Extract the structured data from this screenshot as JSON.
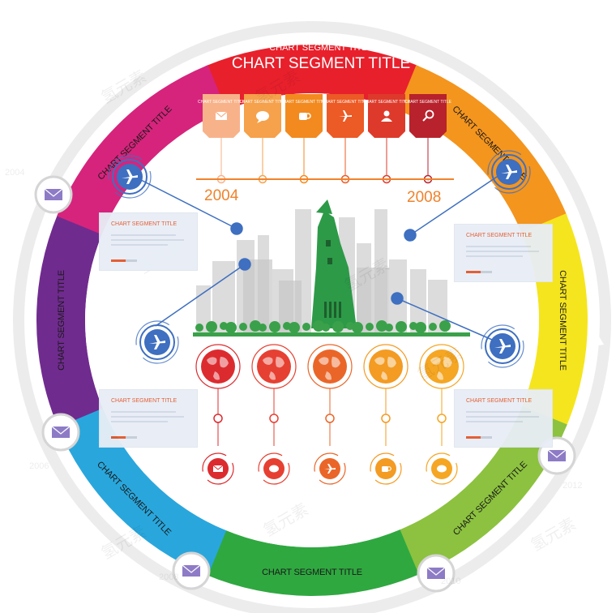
{
  "header": {
    "subtitle": "CHART SEGMENT TITLE",
    "title": "CHART SEGMENT TITLE"
  },
  "ring_segments": [
    {
      "label": "CHART SEGMENT TITLE",
      "color": "#e8202c"
    },
    {
      "label": "CHART SEGMENT TITLE",
      "color": "#f4951e"
    },
    {
      "label": "CHART SEGMENT TITLE",
      "color": "#f5e51e"
    },
    {
      "label": "CHART SEGMENT TITLE",
      "color": "#8cc23f"
    },
    {
      "label": "CHART SEGMENT TITLE",
      "color": "#2fa840"
    },
    {
      "label": "CHART SEGMENT TITLE",
      "color": "#29a7dd"
    },
    {
      "label": "CHART SEGMENT TITLE",
      "color": "#702b8f"
    },
    {
      "label": "CHART SEGMENT TITLE",
      "color": "#d6247c"
    }
  ],
  "tags": [
    {
      "label": "CHART SEGMENT TITLE",
      "icon": "mail-icon",
      "color": "#f8b28a"
    },
    {
      "label": "CHART SEGMENT TITLE",
      "icon": "chat-icon",
      "color": "#f6a14b"
    },
    {
      "label": "CHART SEGMENT TITLE",
      "icon": "coffee-icon",
      "color": "#f28a1f"
    },
    {
      "label": "CHART SEGMENT TITLE",
      "icon": "airplane-icon",
      "color": "#ec5a25"
    },
    {
      "label": "CHART SEGMENT TITLE",
      "icon": "person-icon",
      "color": "#dd3a2b"
    },
    {
      "label": "CHART SEGMENT TITLE",
      "icon": "search-icon",
      "color": "#b8222c"
    }
  ],
  "timeline": {
    "start_year": "2004",
    "end_year": "2008",
    "line_color": "#f0822a"
  },
  "cards": [
    {
      "title": "CHART SEGMENT TITLE"
    },
    {
      "title": "CHART SEGMENT TITLE"
    },
    {
      "title": "CHART SEGMENT TITLE"
    },
    {
      "title": "CHART SEGMENT TITLE"
    }
  ],
  "globes": [
    {
      "color": "#dc2b2f",
      "icon": "mail-icon"
    },
    {
      "color": "#e64032",
      "icon": "chat-icon"
    },
    {
      "color": "#ea6628",
      "icon": "airplane-icon"
    },
    {
      "color": "#f39b22",
      "icon": "coffee-icon"
    },
    {
      "color": "#f5a623",
      "icon": "chat-icon"
    }
  ],
  "badges": [
    {
      "icon": "airplane-icon",
      "color": "#3e6fc0"
    },
    {
      "icon": "airplane-icon",
      "color": "#3e6fc0"
    },
    {
      "icon": "airplane-icon",
      "color": "#3e6fc0"
    },
    {
      "icon": "airplane-icon",
      "color": "#3e6fc0"
    }
  ],
  "envelopes": [
    {
      "icon": "envelope-icon",
      "color": "#8e7bc6"
    },
    {
      "icon": "envelope-icon",
      "color": "#8e7bc6"
    },
    {
      "icon": "envelope-icon",
      "color": "#8e7bc6"
    },
    {
      "icon": "envelope-icon",
      "color": "#8e7bc6"
    },
    {
      "icon": "envelope-icon",
      "color": "#8e7bc6"
    }
  ],
  "watermark": {
    "text": "氢元素",
    "years": [
      "2004",
      "2006",
      "2008",
      "2010",
      "2012"
    ]
  },
  "cityscape": {
    "tower_color": "#2d9a48",
    "building_color": "#d9d9d9",
    "ground_color": "#3aa14a"
  }
}
